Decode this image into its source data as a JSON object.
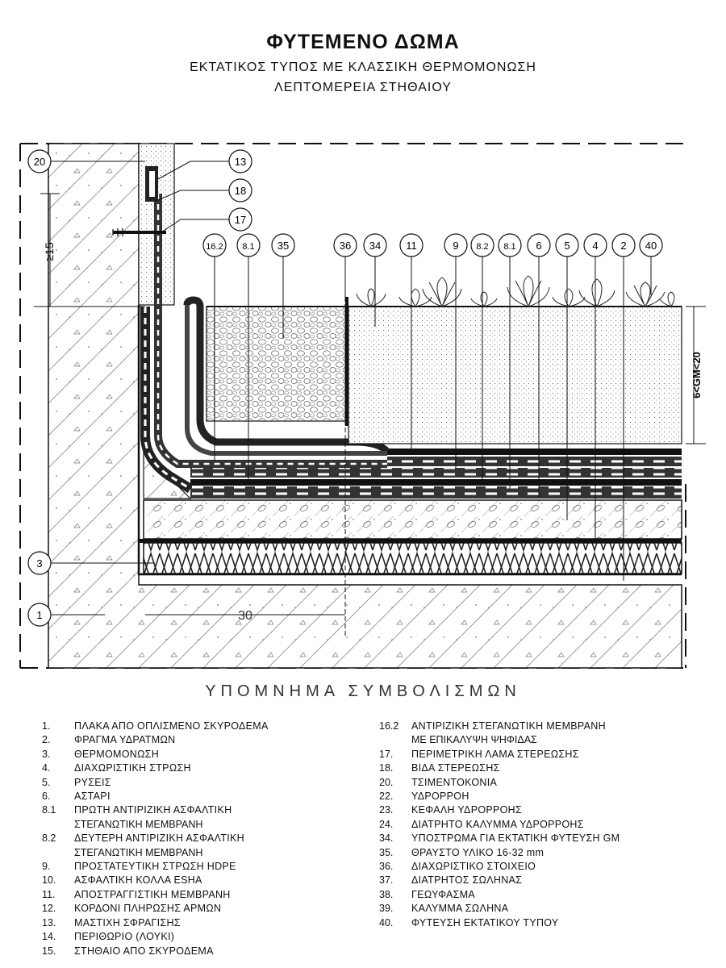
{
  "title": "ΦΥΤΕΜΕΝΟ ΔΩΜΑ",
  "subtitle_1": "ΕΚΤΑΤΙΚΟΣ ΤΥΠΟΣ ΜΕ ΚΛΑΣΣΙΚΗ ΘΕΡΜΟΜΟΝΩΣΗ",
  "subtitle_2": "ΛΕΠΤΟΜΕΡΕΙΑ ΣΤΗΘΑΙΟΥ",
  "dimensions": {
    "height": "≥15",
    "width": "30",
    "growing_medium": "6<GM<20"
  },
  "callouts": [
    "20",
    "13",
    "18",
    "17",
    "16.2",
    "8.1",
    "35",
    "36",
    "34",
    "11",
    "9",
    "8.2",
    "8.1",
    "6",
    "5",
    "4",
    "2",
    "40",
    "3",
    "1"
  ],
  "legend_title": "ΥΠΟΜΝΗΜΑ ΣΥΜΒΟΛΙΣΜΩΝ",
  "legend_left": [
    {
      "num": "1.",
      "text": "ΠΛΑΚΑ ΑΠΟ ΟΠΛΙΣΜΕΝΟ ΣΚΥΡΟΔΕΜΑ"
    },
    {
      "num": "2.",
      "text": "ΦΡΑΓΜΑ ΥΔΡΑΤΜΩΝ"
    },
    {
      "num": "3.",
      "text": "ΘΕΡΜΟΜΟΝΩΣΗ"
    },
    {
      "num": "4.",
      "text": "ΔΙΑΧΩΡΙΣΤΙΚΗ ΣΤΡΩΣΗ"
    },
    {
      "num": "5.",
      "text": "ΡΥΣΕΙΣ"
    },
    {
      "num": "6.",
      "text": "ΑΣΤΑΡΙ"
    },
    {
      "num": "8.1",
      "text": "ΠΡΩΤΗ ΑΝΤΙΡΙΖΙΚΗ ΑΣΦΑΛΤΙΚΗ",
      "cont": "ΣΤΕΓΑΝΩΤΙΚΗ ΜΕΜΒΡΑΝΗ"
    },
    {
      "num": "8.2",
      "text": "ΔΕΥΤΕΡΗ ΑΝΤΙΡΙΖΙΚΗ ΑΣΦΑΛΤΙΚΗ",
      "cont": "ΣΤΕΓΑΝΩΤΙΚΗ ΜΕΜΒΡΑΝΗ"
    },
    {
      "num": "9.",
      "text": "ΠΡΟΣΤΑΤΕΥΤΙΚΗ ΣΤΡΩΣΗ HDPE"
    },
    {
      "num": "10.",
      "text": "ΑΣΦΑΛΤΙΚΗ ΚΟΛΛΑ ESHA"
    },
    {
      "num": "11.",
      "text": "ΑΠΟΣΤΡΑΓΓΙΣΤΙΚΗ ΜΕΜΒΡΑΝΗ"
    },
    {
      "num": "12.",
      "text": "ΚΟΡΔΟΝΙ ΠΛΗΡΩΣΗΣ ΑΡΜΩΝ"
    },
    {
      "num": "13.",
      "text": "ΜΑΣΤΙΧΗ ΣΦΡΑΓΙΣΗΣ"
    },
    {
      "num": "14.",
      "text": "ΠΕΡΙΘΩΡΙΟ (ΛΟΥΚΙ)"
    },
    {
      "num": "15.",
      "text": "ΣΤΗΘΑΙΟ ΑΠΟ ΣΚΥΡΟΔΕΜΑ"
    }
  ],
  "legend_right": [
    {
      "num": "16.2",
      "text": "ΑΝΤΙΡΙΖΙΚΗ ΣΤΕΓΑΝΩΤΙΚΗ ΜΕΜΒΡΑΝΗ",
      "cont": "ΜΕ ΕΠΙΚΑΛΥΨΗ ΨΗΦΙΔΑΣ"
    },
    {
      "num": "17.",
      "text": "ΠΕΡΙΜΕΤΡΙΚΗ ΛΑΜΑ ΣΤΕΡΕΩΣΗΣ"
    },
    {
      "num": "18.",
      "text": "ΒΙΔΑ ΣΤΕΡΕΩΣΗΣ"
    },
    {
      "num": "20.",
      "text": "ΤΣΙΜΕΝΤΟΚΟΝΙΑ"
    },
    {
      "num": "22.",
      "text": "ΥΔΡΟΡΡΟΗ"
    },
    {
      "num": "23.",
      "text": "ΚΕΦΑΛΗ ΥΔΡΟΡΡΟΗΣ"
    },
    {
      "num": "24.",
      "text": "ΔΙΑΤΡΗΤΟ ΚΑΛΥΜΜΑ ΥΔΡΟΡΡΟΗΣ"
    },
    {
      "num": "34.",
      "text": "ΥΠΟΣΤΡΩΜΑ ΓΙΑ ΕΚΤΑΤΙΚΗ ΦΥΤΕΥΣΗ GM"
    },
    {
      "num": "35.",
      "text": "ΘΡΑΥΣΤΟ ΥΛΙΚΟ  16-32 mm"
    },
    {
      "num": "36.",
      "text": "ΔΙΑΧΩΡΙΣΤΙΚΟ ΣΤΟΙΧΕΙΟ"
    },
    {
      "num": "37.",
      "text": "ΔΙΑΤΡΗΤΟΣ ΣΩΛΗΝΑΣ"
    },
    {
      "num": "38.",
      "text": "ΓΕΩΥΦΑΣΜΑ"
    },
    {
      "num": "39.",
      "text": "ΚΑΛΥΜΜΑ ΣΩΛΗΝΑ"
    },
    {
      "num": "40.",
      "text": "ΦΥΤΕΥΣΗ ΕΚΤΑΤΙΚΟΥ ΤΥΠΟΥ"
    }
  ]
}
